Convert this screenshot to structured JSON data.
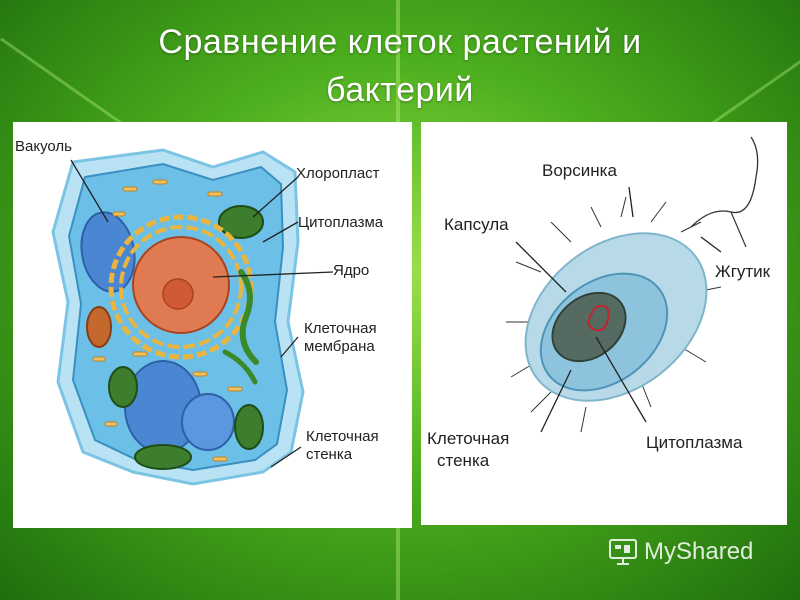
{
  "title": {
    "line1": "Сравнение клеток растений и",
    "line2": "бактерий"
  },
  "plant_cell": {
    "labels": {
      "vacuole": "Вакуоль",
      "chloroplast": "Хлоропласт",
      "cytoplasm": "Цитоплазма",
      "nucleus": "Ядро",
      "membrane_line1": "Клеточная",
      "membrane_line2": "мембрана",
      "wall_line1": "Клеточная",
      "wall_line2": "стенка"
    }
  },
  "bacterial_cell": {
    "labels": {
      "villus": "Ворсинка",
      "capsule": "Капсула",
      "flagellum": "Жгутик",
      "wall_line1": "Клеточная",
      "wall_line2": "стенка",
      "cytoplasm": "Цитоплазма"
    }
  },
  "watermark": {
    "text": "MyShared"
  },
  "colors": {
    "background": "#4caf1e",
    "title": "#ffffff",
    "cell_wall_plant": "#9fd6ee",
    "cytoplasm_plant": "#5fb6e0",
    "vacuole": "#4a86d1",
    "chloroplast": "#3d7d2e",
    "nucleus": "#e07a52",
    "bacteria_body": "#a8cfe0"
  }
}
